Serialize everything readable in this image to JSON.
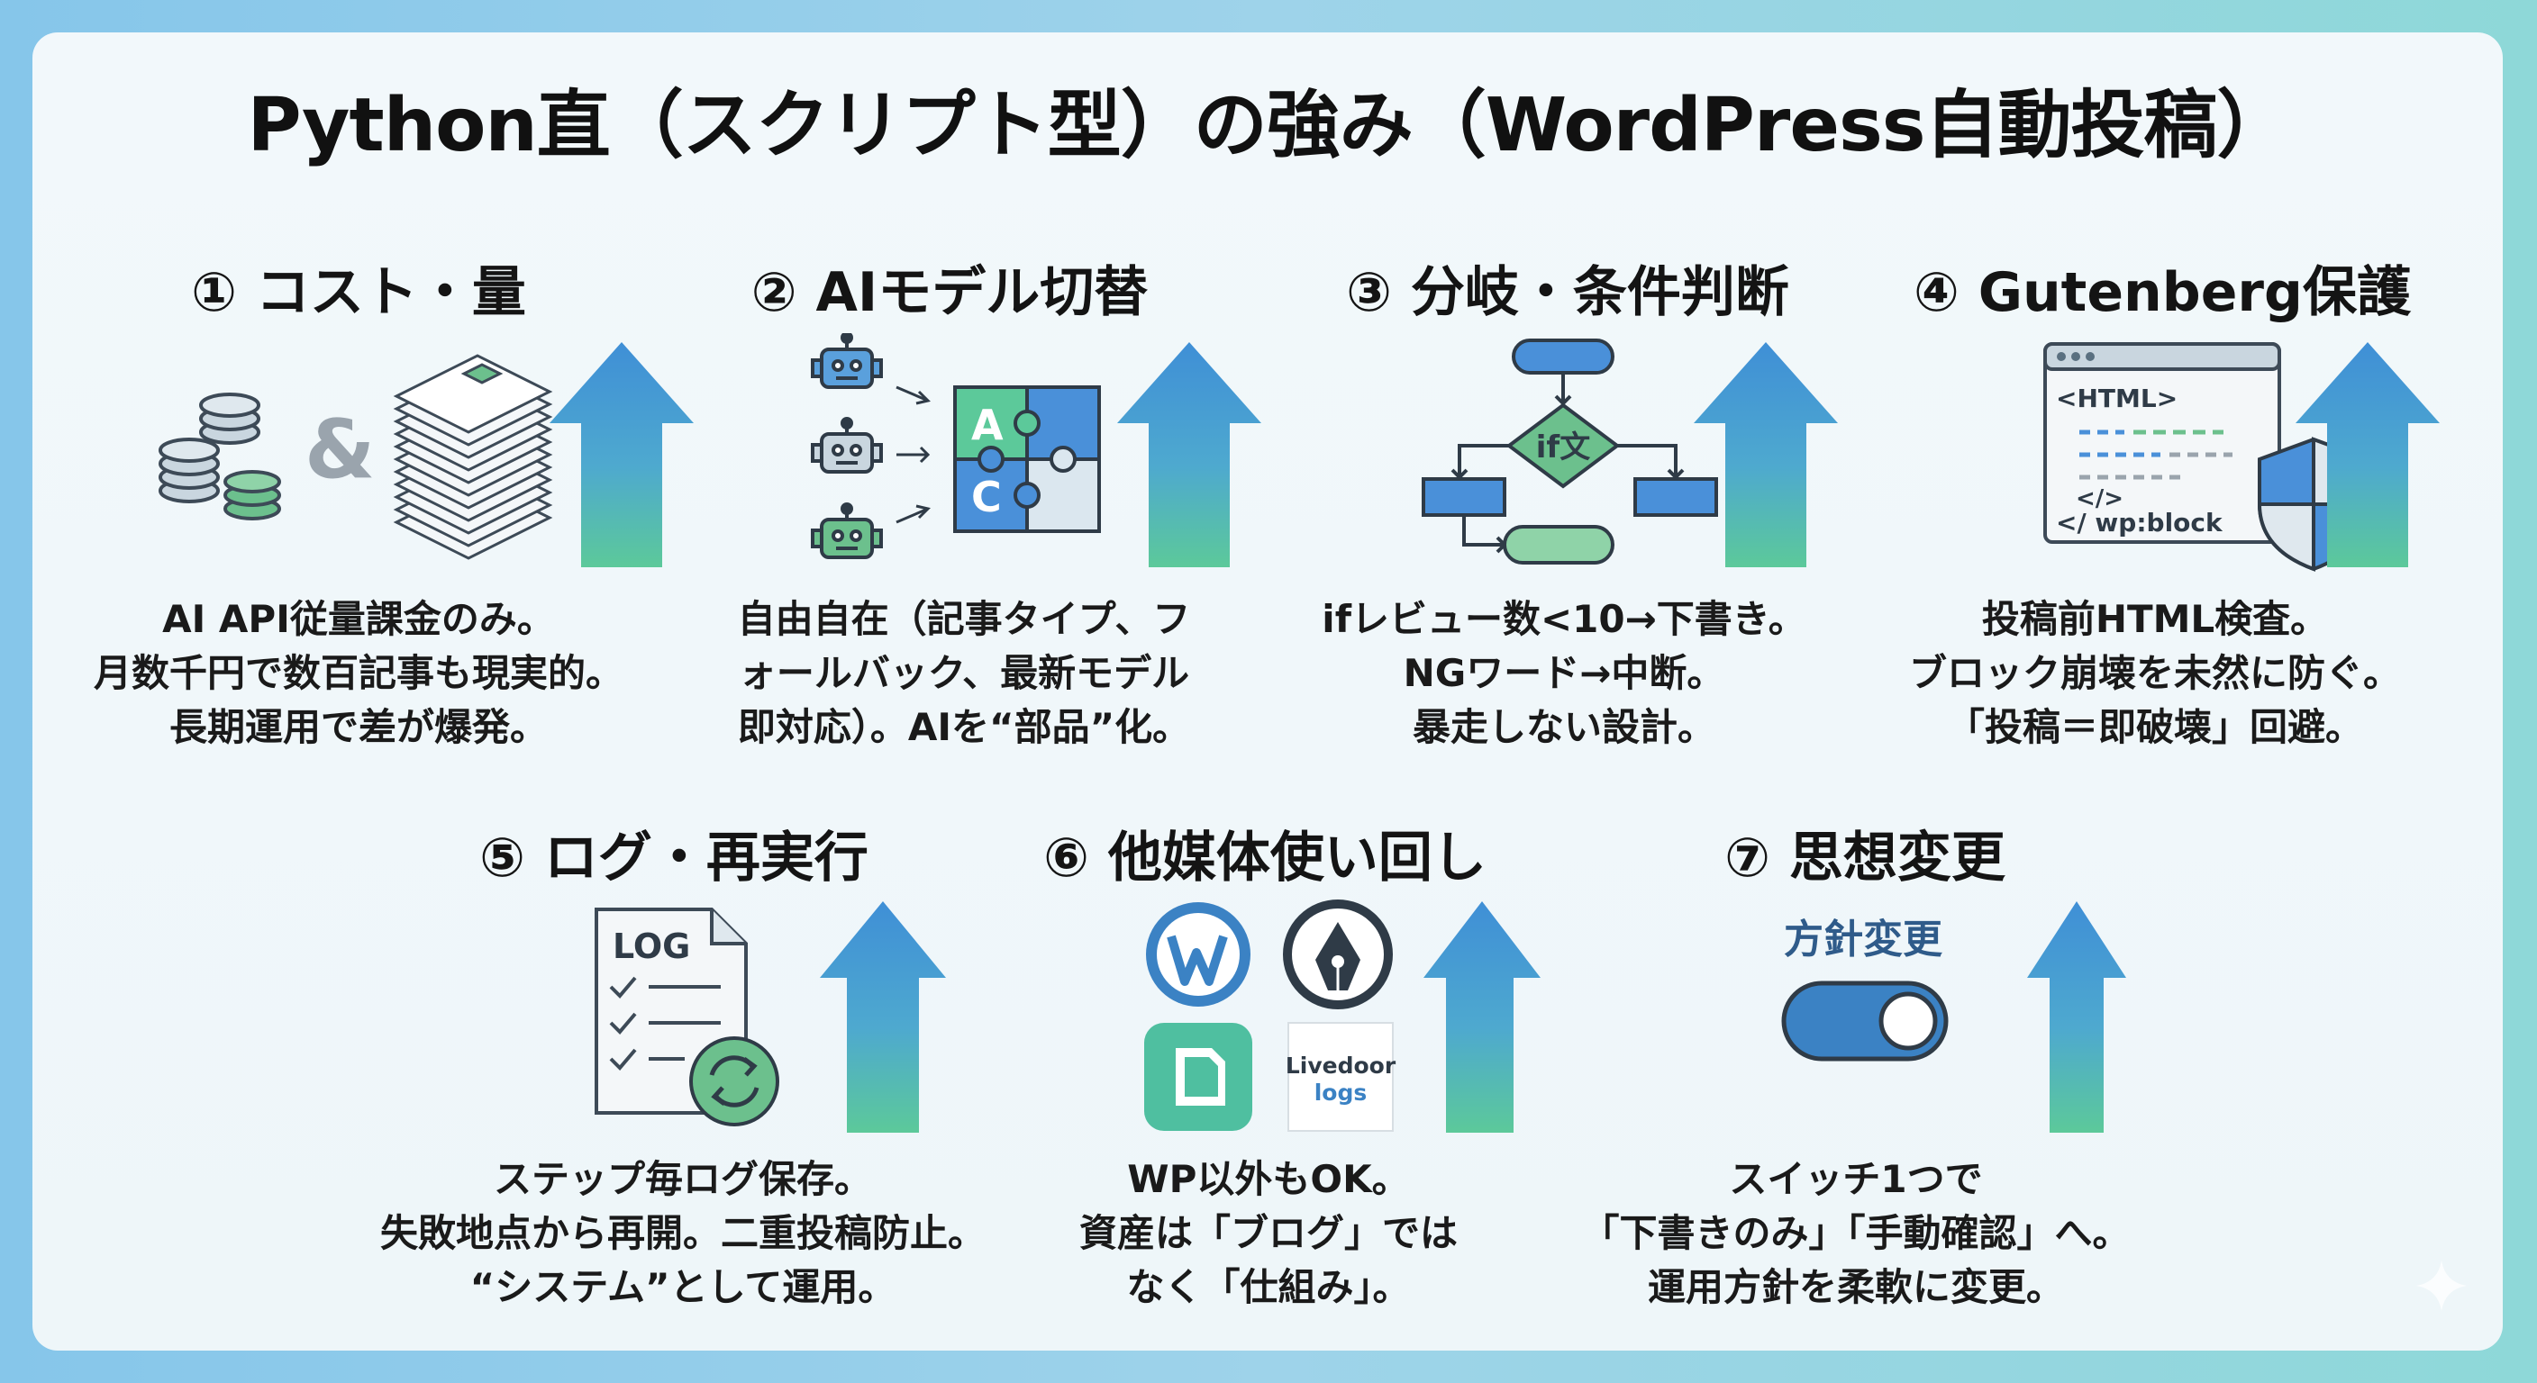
{
  "title": "Python直（スクリプト型）の強み（WordPress自動投稿）",
  "cards": [
    {
      "heading": "① コスト・量",
      "lines": [
        "AI API従量課金のみ。",
        "月数千円で数百記事も現実的。",
        "長期運用で差が爆発。"
      ]
    },
    {
      "heading": "② AIモデル切替",
      "lines": [
        "自由自在（記事タイプ、フ",
        "ォールバック、最新モデル",
        "即対応）。AIを“部品”化。"
      ]
    },
    {
      "heading": "③ 分岐・条件判断",
      "lines": [
        "ifレビュー数<10→下書き。",
        "NGワード→中断。",
        "暴走しない設計。"
      ]
    },
    {
      "heading": "④ Gutenberg保護",
      "lines": [
        "投稿前HTML検査。",
        "ブロック崩壊を未然に防ぐ。",
        "「投稿＝即破壊」回避。"
      ]
    },
    {
      "heading": "⑤ ログ・再実行",
      "lines": [
        "ステップ毎ログ保存。",
        "失敗地点から再開。二重投稿防止。",
        "“システム”として運用。"
      ]
    },
    {
      "heading": "⑥ 他媒体使い回し",
      "lines": [
        "WP以外もOK。",
        "資産は「ブログ」では",
        "なく「仕組み」。"
      ]
    },
    {
      "heading": "⑦ 思想変更",
      "lines": [
        "スイッチ1つで",
        "「下書きのみ」「手動確認」へ。",
        "運用方針を柔軟に変更。"
      ]
    }
  ],
  "illustrations": {
    "amp": "&",
    "puzzle_a": "A",
    "puzzle_c": "C",
    "decision_label": "if文",
    "html_open": "<HTML>",
    "html_close": "</>",
    "wp_block": "</ wp:block",
    "log_label": "LOG",
    "livedoor_name": "Livedoor",
    "livedoor_sub": "logs",
    "toggle_label": "方針変更"
  }
}
